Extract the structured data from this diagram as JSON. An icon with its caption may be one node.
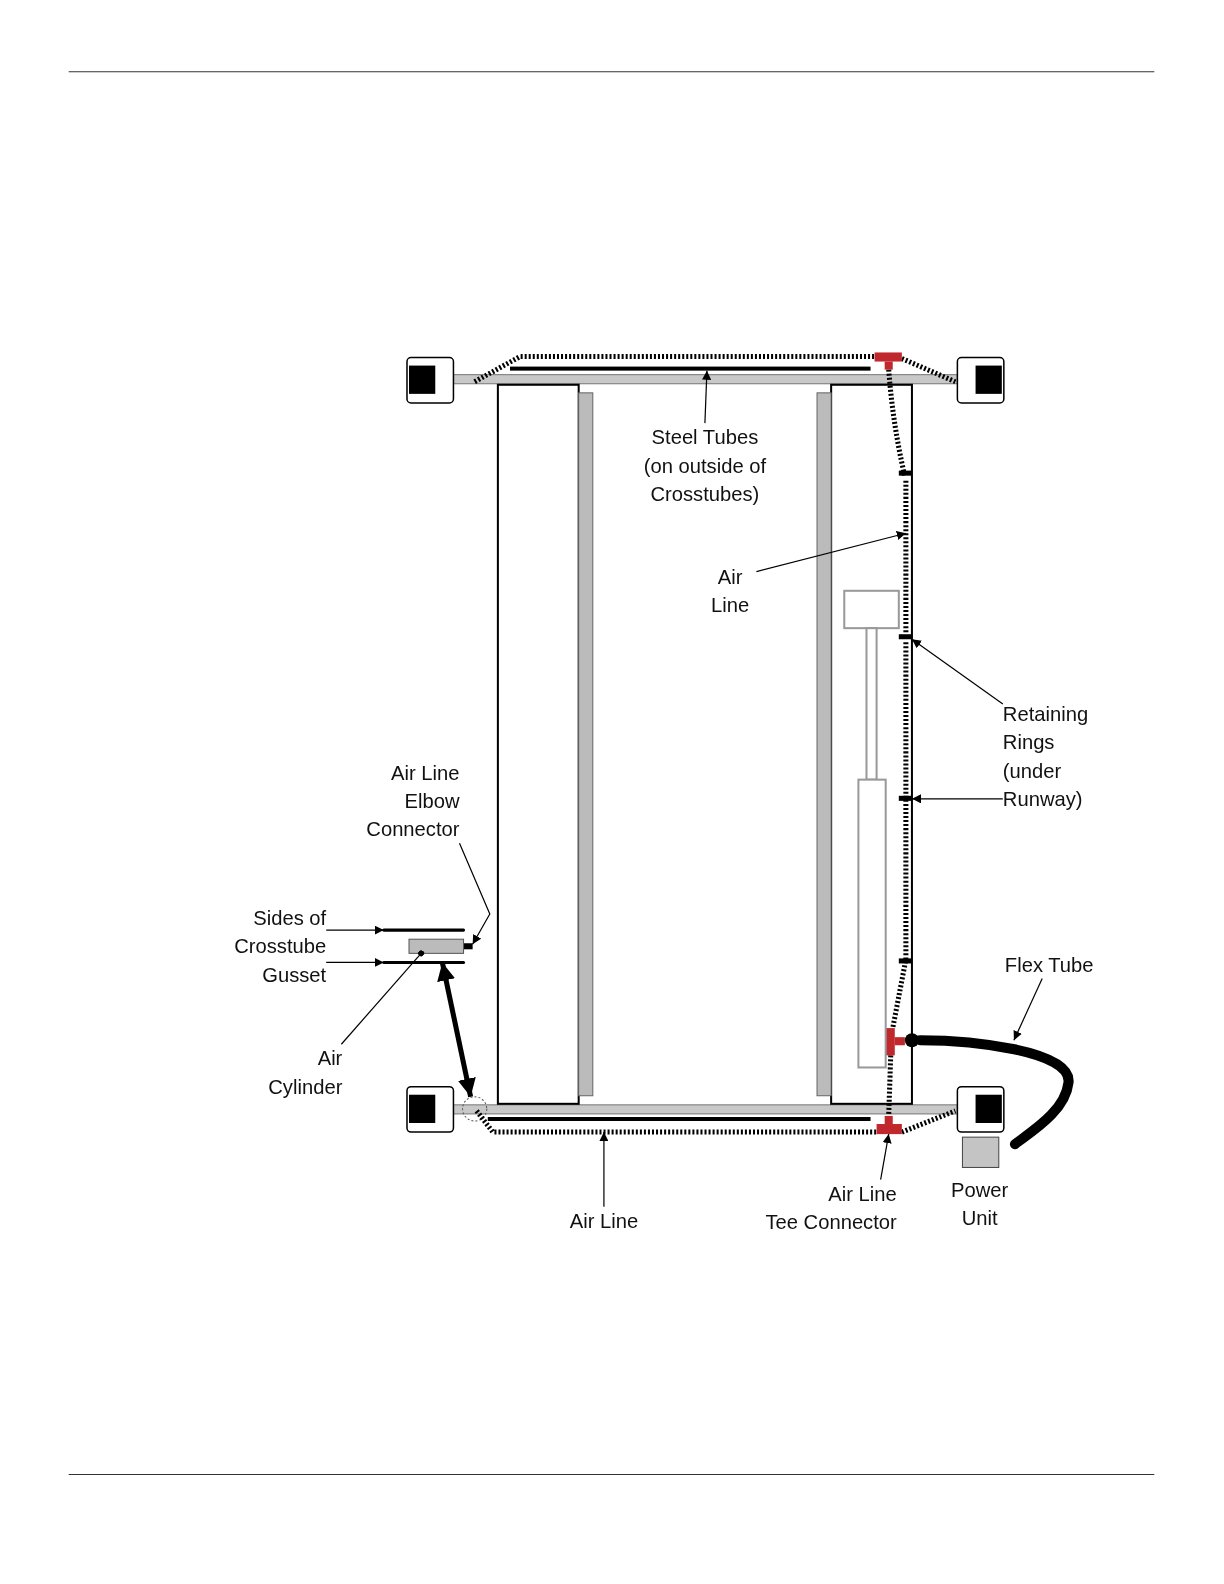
{
  "diagram": {
    "nodes": [
      {
        "text": [
          "Steel Tubes (on outside of Crosstubes)"
        ]
      },
      {
        "text": [],
        "shape": "bar"
      },
      {
        "text": [
          "Air Line"
        ]
      },
      {
        "text": [],
        "shape": "line"
      },
      {
        "text": [
          "Retaining Rings (under Runway)"
        ]
      },
      {
        "text": [],
        "shape": "bar"
      },
      {
        "text": [],
        "shape": "bar"
      },
      {
        "text": [
          "Air Line Elbow Connector"
        ]
      },
      {
        "text": [],
        "shape": "box"
      },
      {
        "text": [
          "Sides of Crosstube Gusset"
        ]
      },
      {
        "text": [],
        "shape": "line"
      },
      {
        "text": [],
        "shape": "line"
      },
      {
        "text": [
          "Air Cylinder"
        ]
      },
      {
        "text": [],
        "shape": "box"
      },
      {
        "text": [],
        "shape": "circle"
      },
      {
        "text": [
          "Flex Tube"
        ]
      },
      {
        "text": [],
        "shape": "line"
      },
      {
        "text": [
          "Air Line"
        ]
      },
      {
        "text": [],
        "shape": "line"
      },
      {
        "text": [
          "Air Line",
          "Tee Connector"
        ]
      },
      {
        "text": [],
        "shape": "box"
      },
      {
        "text": [
          "Power Unit"
        ]
      }
    ],
    "edges": [
      {
        "from": 0,
        "to": 1,
        "arrow": "to"
      },
      {
        "from": 2,
        "to": 3,
        "arrow": "to"
      },
      {
        "from": 4,
        "to": 5,
        "arrow": "to"
      },
      {
        "from": 4,
        "to": 6,
        "arrow": "to"
      },
      {
        "from": 7,
        "to": 8,
        "arrow": "to"
      },
      {
        "from": 9,
        "to": 10,
        "arrow": "to"
      },
      {
        "from": 9,
        "to": 11,
        "arrow": "to"
      },
      {
        "from": 12,
        "to": 13,
        "arrow": "other"
      },
      {
        "from": 11,
        "to": 14,
        "arrow": "both",
        "style": "thick"
      },
      {
        "from": 15,
        "to": 16,
        "arrow": "to"
      },
      {
        "from": 17,
        "to": 18,
        "arrow": "to"
      },
      {
        "from": 19,
        "to": 20,
        "arrow": "to"
      }
    ]
  }
}
